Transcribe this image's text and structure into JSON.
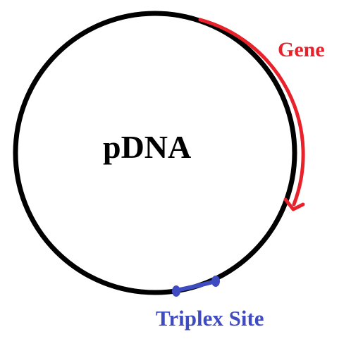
{
  "plasmid": {
    "name": "pDNA",
    "backbone_color": "#000000"
  },
  "gene": {
    "label": "Gene",
    "color": "#e8212b"
  },
  "triplex_site": {
    "label": "Triplex Site",
    "color": "#3f4bc0"
  },
  "text_color": "#000000"
}
